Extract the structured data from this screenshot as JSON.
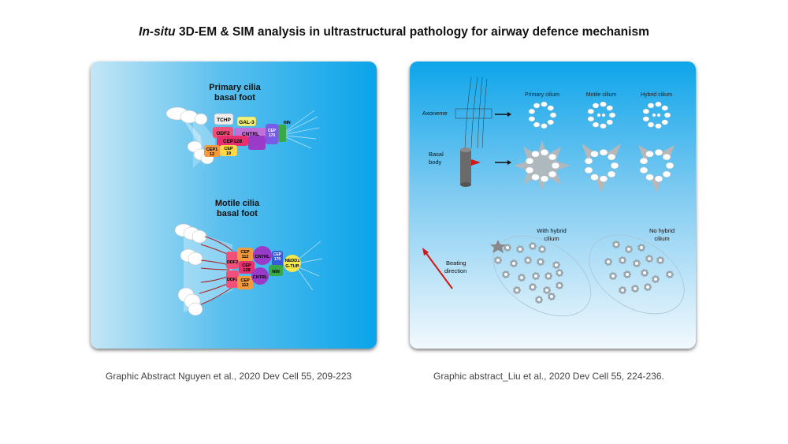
{
  "title": {
    "italic": "In-situ",
    "rest": " 3D-EM & SIM analysis in ultrastructural pathology for airway defence mechanism"
  },
  "left_panel": {
    "primary_title_1": "Primary cilia",
    "primary_title_2": "basal foot",
    "motile_title_1": "Motile cilia",
    "motile_title_2": "basal foot",
    "primary_labels": {
      "tchp": "TCHP",
      "gal3": "GAL-3",
      "odf2": "ODF2",
      "cntrl": "CNTRL",
      "cep128": "CEP128",
      "cep112a": "CEP1",
      "cep112b": "12",
      "cep19a": "CEP",
      "cep19b": "19",
      "cep170a": "CEP",
      "cep170b": "170",
      "nin": "NIN"
    },
    "motile_labels": {
      "cep112top_a": "CEP",
      "cep112top_b": "112",
      "odf2_top": "ODF2",
      "cep128_a": "CEP",
      "cep128_b": "128",
      "cntrl_top": "CNTRL",
      "cep170_a": "CEP",
      "cep170_b": "170",
      "nedd1": "NEDD1",
      "gtub": "G-TUB",
      "odf2_bot": "ODF2",
      "cep112bot_a": "CEP",
      "cep112bot_b": "112",
      "cntrl_bot": "CNTRL",
      "nin": "NIN"
    }
  },
  "right_panel": {
    "axoneme_label": "Axoneme",
    "basal_label_1": "Basal",
    "basal_label_2": "body",
    "col_primary": "Primary cilium",
    "col_motile": "Motile cilium",
    "col_hybrid": "Hybrid cilium",
    "with_hybrid_1": "With hybrid",
    "with_hybrid_2": "cilium",
    "no_hybrid_1": "No hybrid",
    "no_hybrid_2": "cilium",
    "beating_1": "Beating",
    "beating_2": "direction"
  },
  "captions": {
    "left": "Graphic Abstract Nguyen et al., 2020 Dev Cell 55, 209-223",
    "right": "Graphic abstract_Liu et al., 2020 Dev Cell 55, 224-236."
  },
  "colors": {
    "odf2": "#f0507a",
    "cep128": "#e8306e",
    "cntrl": "#c070d8",
    "gal3": "#f2f27a",
    "cep112": "#f59a3c",
    "cep19": "#ffd84a",
    "cep170": "#7a5ae8",
    "nin": "#38a848",
    "nedd1": "#f5e84a",
    "tchp": "#eeeeee",
    "arrow": "#d01818"
  }
}
